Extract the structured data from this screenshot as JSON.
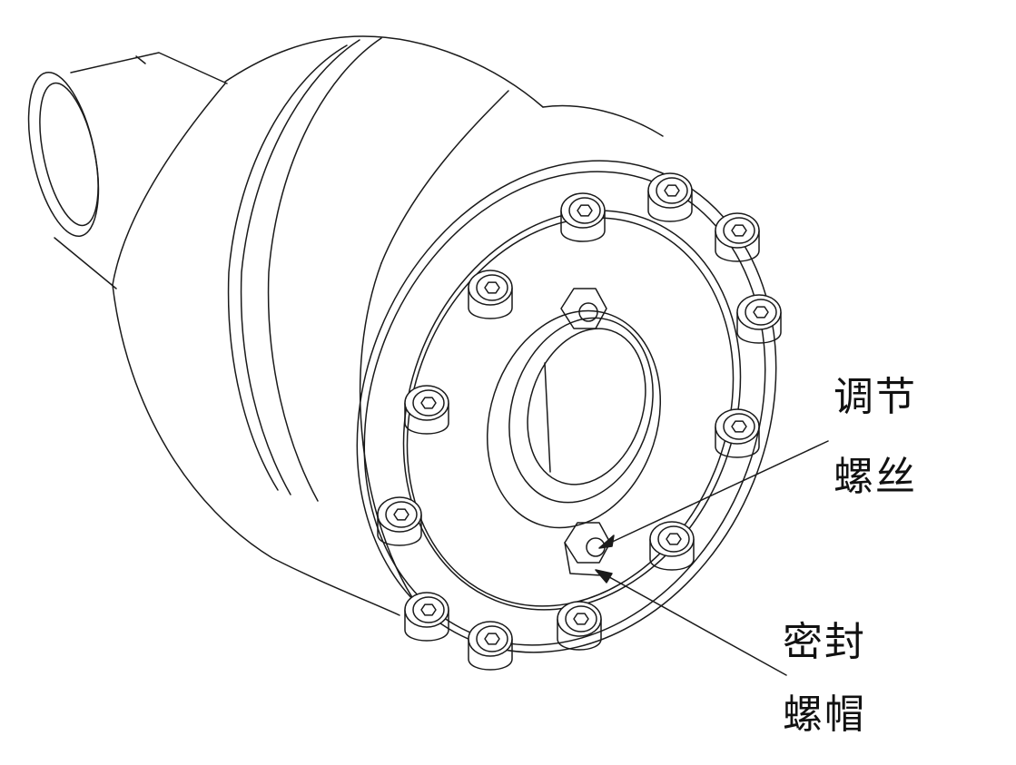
{
  "callouts": [
    {
      "id": "adjusting-screw",
      "line1": "调节",
      "line2": "螺丝"
    },
    {
      "id": "sealing-nut",
      "line1": "密封",
      "line2": "螺帽"
    }
  ],
  "colors": {
    "line": "#1a1a1a",
    "background": "#ffffff"
  }
}
